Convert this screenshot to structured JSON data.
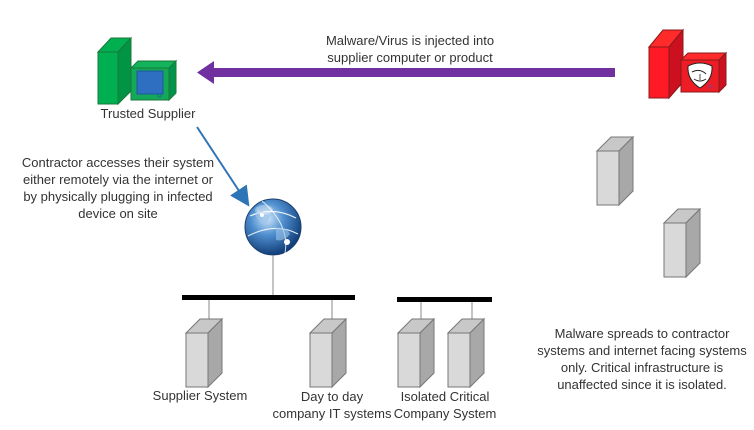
{
  "diagram": {
    "supplier": {
      "label": "Trusted Supplier",
      "color": "#00a651"
    },
    "attacker": {
      "label": "",
      "color": "#ee1c25",
      "icon": "anonymous-mask"
    },
    "injection_arrow": {
      "line1": "Malware/Virus is injected into",
      "line2": "supplier computer or product",
      "color": "#7030a0"
    },
    "contractor_access": {
      "lines": [
        "Contractor accesses their system",
        "either remotely via the internet or",
        "by physically plugging in infected",
        "device on site"
      ],
      "arrow_color": "#2e75b6"
    },
    "internet": {
      "icon": "globe"
    },
    "networks": [
      {
        "name": "company-network",
        "systems": [
          {
            "lines": [
              "Supplier System"
            ]
          },
          {
            "lines": [
              "Day to day",
              "company IT systems"
            ]
          }
        ]
      },
      {
        "name": "isolated-network",
        "systems": [
          {
            "lines": [
              "Isolated Critical",
              "Company System"
            ]
          }
        ]
      }
    ],
    "outcome": {
      "lines": [
        "Malware spreads to contractor",
        "systems and internet facing systems",
        "only. Critical infrastructure is",
        "unaffected since it is isolated."
      ]
    }
  }
}
